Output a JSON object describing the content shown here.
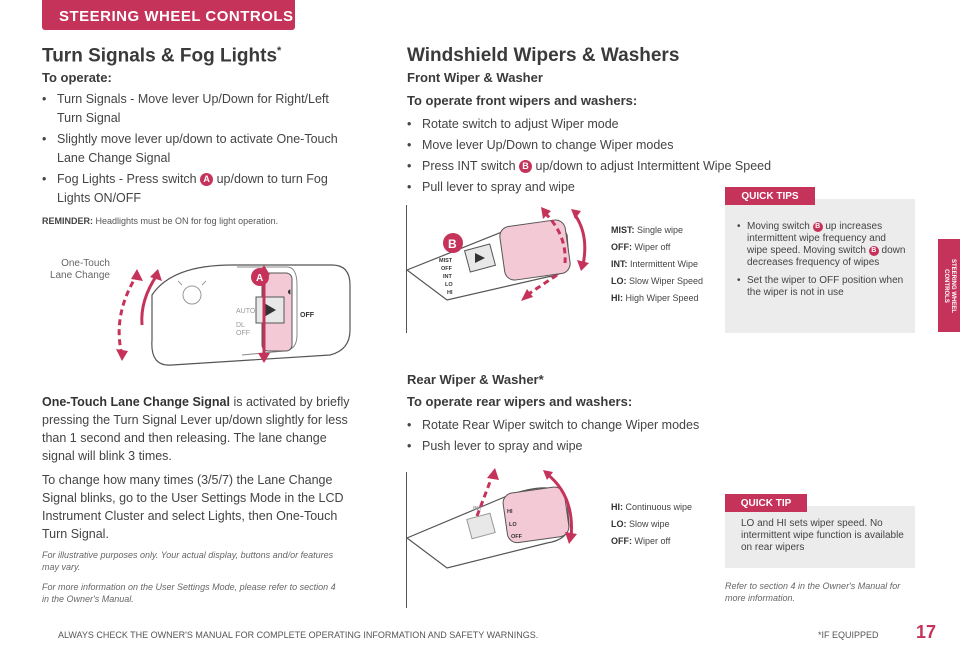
{
  "header": {
    "title": "STEERING WHEEL CONTROLS"
  },
  "side_tab": {
    "label_line1": "STEERING WHEEL",
    "label_line2": "CONTROLS"
  },
  "left": {
    "title": "Turn Signals & Fog Lights",
    "title_mark": "*",
    "operate_heading": "To operate:",
    "bullets": [
      "Turn Signals - Move lever Up/Down for Right/Left Turn Signal",
      "Slightly move lever up/down to activate One-Touch Lane Change Signal"
    ],
    "fog_prefix": "Fog Lights - Press switch",
    "fog_suffix": "up/down to turn Fog Lights ON/OFF",
    "switch_a": "A",
    "reminder_label": "REMINDER:",
    "reminder_text": "Headlights must be ON for fog light operation.",
    "onetouch_label": "One-Touch Lane Change",
    "lever_labels": {
      "auto": "AUTO",
      "dl": "DL",
      "off1": "OFF",
      "off2": "OFF"
    },
    "para1_bold": "One-Touch Lane Change Signal",
    "para1_text": " is activated by briefly pressing the Turn Signal Lever up/down slightly for less than 1 second and then releasing. The lane change signal will blink 3 times.",
    "para2": "To change how many times (3/5/7) the Lane Change Signal blinks, go to the User Settings Mode in the LCD Instrument Cluster and select Lights, then One-Touch Turn Signal.",
    "note1": "For illustrative purposes only. Your actual display, buttons and/or features may vary.",
    "note2": "For more information on the User Settings Mode, please refer to section 4 in the Owner's Manual."
  },
  "right": {
    "title": "Windshield Wipers & Washers",
    "front_heading": "Front Wiper & Washer",
    "front_operate": "To operate front wipers and washers:",
    "front_bullets": [
      "Rotate switch to adjust Wiper mode",
      "Move lever Up/Down to change Wiper modes"
    ],
    "int_prefix": "Press INT switch",
    "int_suffix": "up/down to adjust Intermittent Wipe Speed",
    "spray_bullet": "Pull lever to spray and wipe",
    "switch_b": "B",
    "front_lever_labels": [
      "MIST",
      "OFF",
      "INT",
      "LO",
      "HI"
    ],
    "front_modes": [
      {
        "key": "MIST:",
        "desc": "Single wipe"
      },
      {
        "key": "OFF:",
        "desc": "Wiper off"
      },
      {
        "key": "INT:",
        "desc": "Intermittent Wipe"
      },
      {
        "key": "LO:",
        "desc": "Slow Wiper Speed"
      },
      {
        "key": "HI:",
        "desc": "High Wiper Speed"
      }
    ],
    "quick_tips": {
      "label": "QUICK TIPS",
      "tip1_a": "Moving switch",
      "tip1_b": "up increases intermittent wipe frequency and wipe speed. Moving switch",
      "tip1_c": "down decreases frequency of wipes",
      "tip2": "Set the wiper to OFF position when the wiper is not in use"
    },
    "rear_heading": "Rear Wiper & Washer*",
    "rear_operate": "To operate rear wipers and washers:",
    "rear_bullets": [
      "Rotate Rear Wiper switch to change Wiper modes",
      "Push lever to spray and wipe"
    ],
    "rear_lever_labels": [
      "INT",
      "HI",
      "LO",
      "OFF"
    ],
    "rear_modes": [
      {
        "key": "HI:",
        "desc": "Continuous wipe"
      },
      {
        "key": "LO:",
        "desc": "Slow wipe"
      },
      {
        "key": "OFF:",
        "desc": "Wiper off"
      }
    ],
    "quick_tip": {
      "label": "QUICK TIP",
      "text": "LO and HI sets wiper speed. No intermittent wipe function is available on rear wipers"
    },
    "refer_note": "Refer to section 4 in the Owner's Manual for more information."
  },
  "footer": {
    "warning": "ALWAYS CHECK THE OWNER'S MANUAL FOR COMPLETE OPERATING INFORMATION AND SAFETY WARNINGS.",
    "equipped": "*IF EQUIPPED",
    "page": "17"
  },
  "colors": {
    "accent": "#c5325a",
    "tip_bg": "#ececec",
    "lever_pink": "#f3c9d6"
  }
}
